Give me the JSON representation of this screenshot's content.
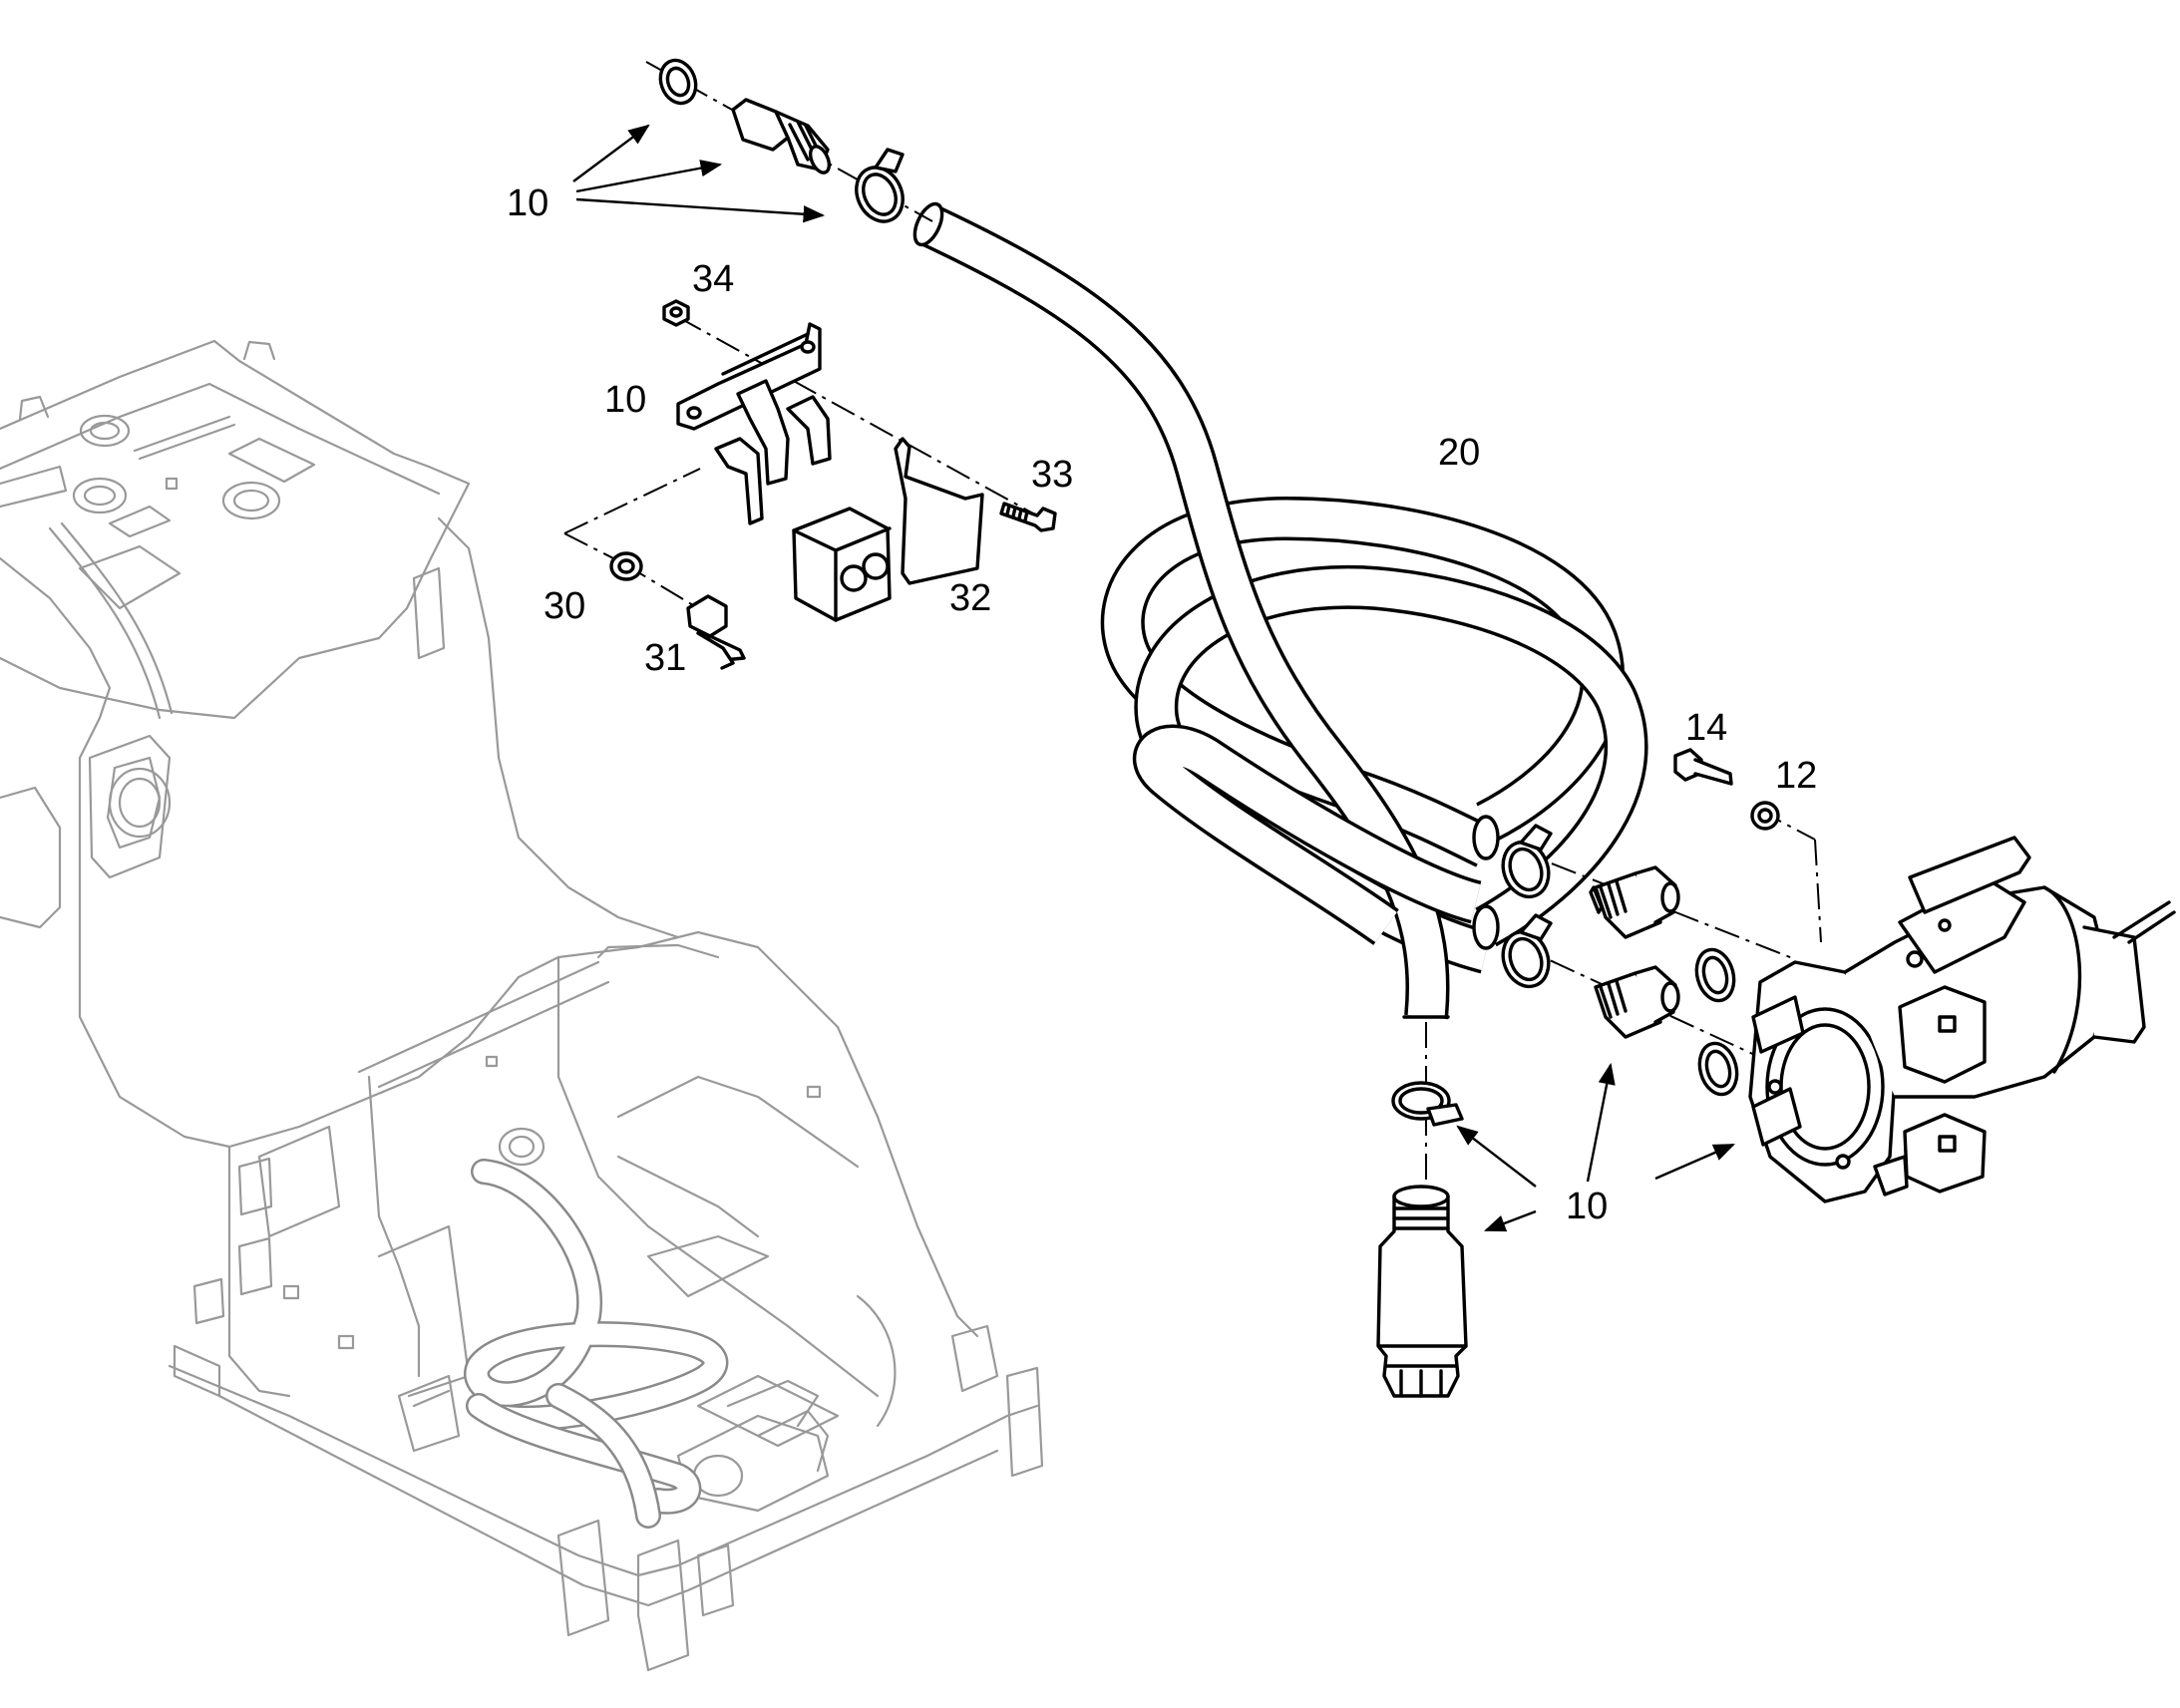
{
  "callouts": {
    "c10_top": "10",
    "c34": "34",
    "c10_bracket": "10",
    "c33": "33",
    "c30": "30",
    "c31": "31",
    "c32": "32",
    "c20": "20",
    "c14": "14",
    "c12": "12",
    "c10_bottom": "10"
  },
  "colors": {
    "line": "#000000",
    "frame": "#999999",
    "background": "#ffffff"
  }
}
